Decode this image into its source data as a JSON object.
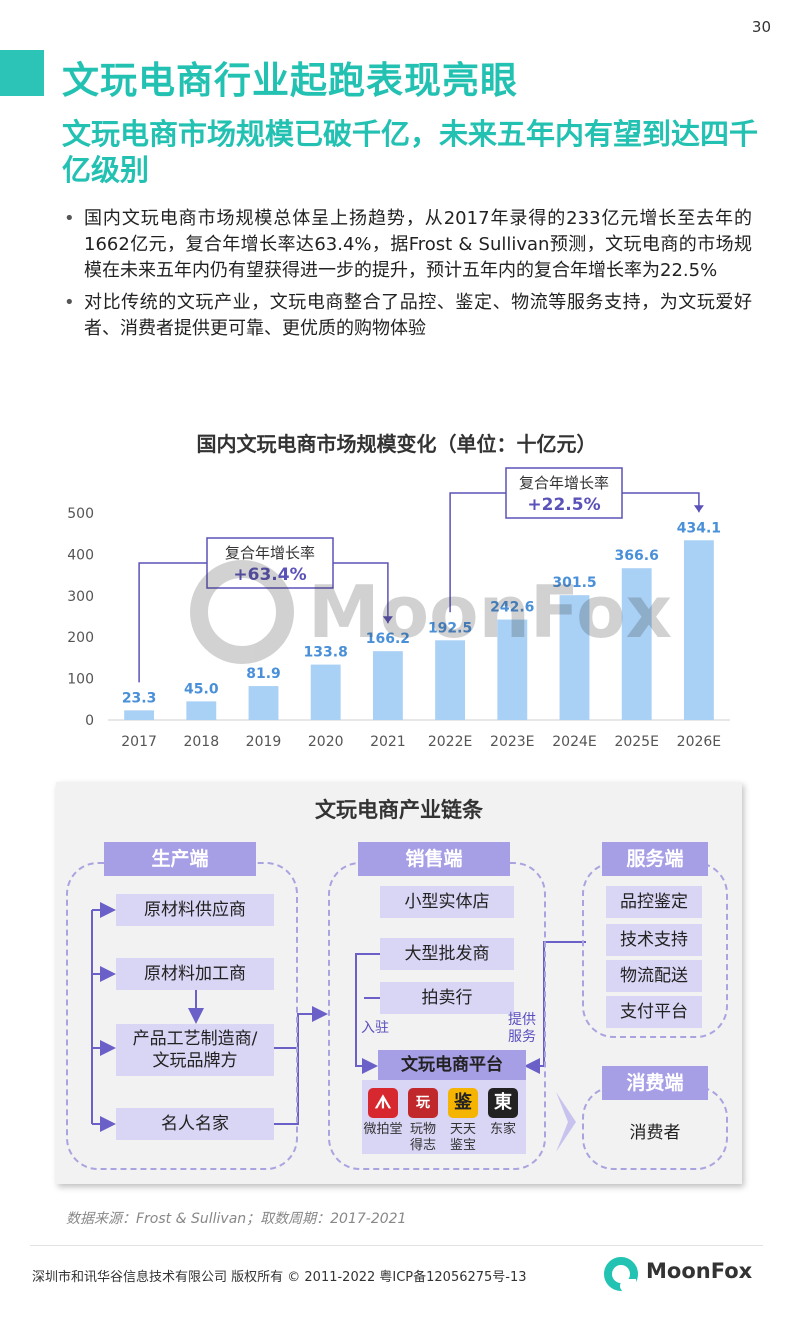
{
  "page_number": "30",
  "title": "文玩电商行业起跑表现亮眼",
  "subtitle": "文玩电商市场规模已破千亿，未来五年内有望到达四千亿级别",
  "bullets": [
    "国内文玩电商市场规模总体呈上扬趋势，从2017年录得的233亿元增长至去年的1662亿元，复合年增长率达63.4%，据Frost & Sullivan预测，文玩电商的市场规模在未来五年内仍有望获得进一步的提升，预计五年内的复合年增长率为22.5%",
    "对比传统的文玩产业，文玩电商整合了品控、鉴定、物流等服务支持，为文玩爱好者、消费者提供更可靠、更优质的购物体验"
  ],
  "chart_data": {
    "type": "bar",
    "title": "国内文玩电商市场规模变化（单位：十亿元）",
    "categories": [
      "2017",
      "2018",
      "2019",
      "2020",
      "2021",
      "2022E",
      "2023E",
      "2024E",
      "2025E",
      "2026E"
    ],
    "values": [
      23.3,
      45.0,
      81.9,
      133.8,
      166.2,
      192.5,
      242.6,
      301.5,
      366.6,
      434.1
    ],
    "value_labels": [
      "23.3",
      "45.0",
      "81.9",
      "133.8",
      "166.2",
      "192.5",
      "242.6",
      "301.5",
      "366.6",
      "434.1"
    ],
    "yticks": [
      "0",
      "100",
      "200",
      "300",
      "400",
      "500"
    ],
    "ylim": [
      0,
      500
    ],
    "grid": false,
    "bar_color": "#a9d0f5",
    "label_color": "#4a90d9",
    "annotations": [
      {
        "label": "复合年增长率",
        "value": "+63.4%",
        "from": "2017",
        "to": "2021"
      },
      {
        "label": "复合年增长率",
        "value": "+22.5%",
        "from": "2022E",
        "to": "2026E"
      }
    ]
  },
  "watermark": "MoonFox",
  "diagram": {
    "title": "文玩电商产业链条",
    "production": {
      "header": "生产端",
      "items": [
        "原材料供应商",
        "原材料加工商",
        "产品工艺制造商/\n文玩品牌方",
        "名人名家"
      ]
    },
    "sales": {
      "header": "销售端",
      "items": [
        "小型实体店",
        "大型批发商",
        "拍卖行"
      ],
      "platform": "文玩电商平台",
      "entry_label": "入驻",
      "service_label": "提供\n服务",
      "apps": [
        {
          "icon": "ᗑ",
          "name": "微拍堂",
          "color": "#d8282f"
        },
        {
          "icon": "玩",
          "name": "玩物\n得志",
          "color": "#c0282b"
        },
        {
          "icon": "鉴",
          "name": "天天\n鉴宝",
          "color": "#f4b400"
        },
        {
          "icon": "東",
          "name": "东家",
          "color": "#222222"
        }
      ]
    },
    "service": {
      "header": "服务端",
      "items": [
        "品控鉴定",
        "技术支持",
        "物流配送",
        "支付平台"
      ]
    },
    "consumer": {
      "header": "消费端",
      "item": "消费者"
    }
  },
  "source": "数据来源：Frost & Sullivan；取数周期：2017-2021",
  "footer": "深圳市和讯华谷信息技术有限公司 版权所有 © 2011-2022 粤ICP备12056275号-13",
  "logo_text": "MoonFox",
  "colors": {
    "accent": "#22c1b2",
    "diagram_header": "#a79fe6",
    "diagram_node": "#d9d5f4"
  }
}
